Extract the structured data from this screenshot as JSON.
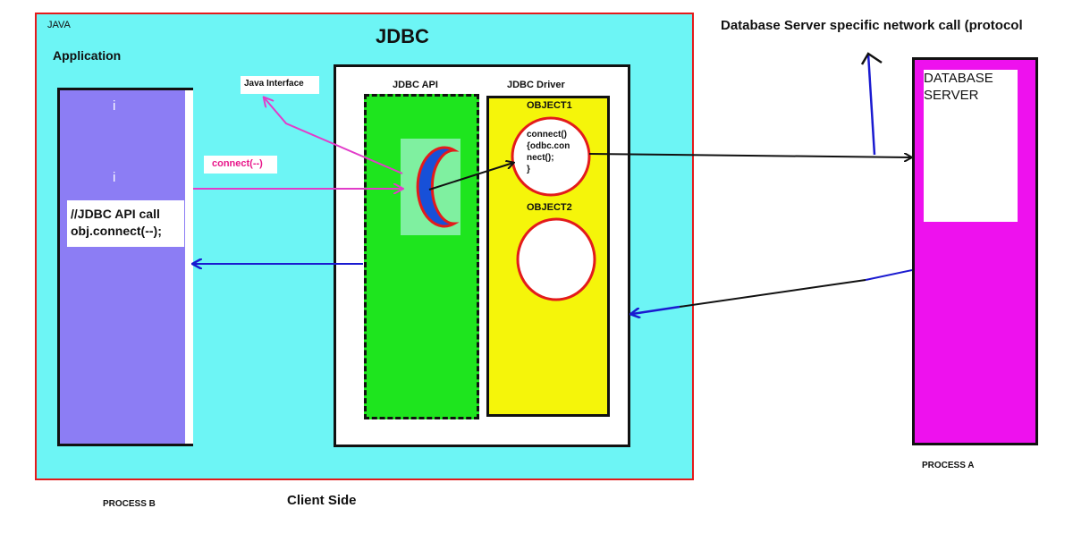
{
  "client": {
    "java_label": "JAVA",
    "application_label": "Application",
    "jdbc_title": "JDBC",
    "client_side_label": "Client Side",
    "process_b_label": "PROCESS B"
  },
  "app_process": {
    "dot_1": "i",
    "dot_2": "i",
    "code_line_1": "//JDBC API call",
    "code_line_2": "obj.connect(--);"
  },
  "java_interface_label": "Java Interface",
  "connect_call_label": "connect(--)",
  "jdbc_api_label": "JDBC API",
  "jdbc_driver": {
    "label": "JDBC Driver",
    "object1_label": "OBJECT1",
    "object1_code": [
      "connect()",
      "{odbc.con",
      "nect();",
      "}"
    ],
    "object2_label": "OBJECT2"
  },
  "network_call_label": "Database Server specific network call  (protocol",
  "server": {
    "line_1": "DATABASE",
    "line_2": "SERVER",
    "process_a_label": "PROCESS A"
  },
  "colors": {
    "client_bg": "#6df5f5",
    "client_border": "#e31b1b",
    "process_b_bg": "#8c7df4",
    "jdbc_api_bg": "#1ee51e",
    "jdbc_driver_bg": "#f5f50a",
    "server_bg": "#ee11ee",
    "object_border": "#e31b1b",
    "magenta_arrow": "#e23cc9",
    "blue_arrow": "#1a1ad0"
  }
}
